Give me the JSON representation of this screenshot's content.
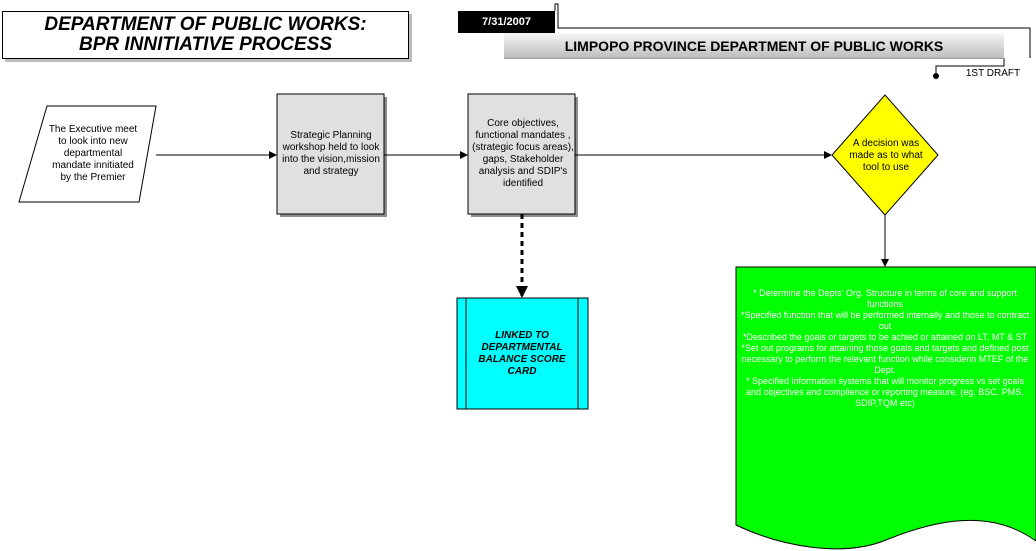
{
  "header": {
    "title_line1": "DEPARTMENT OF PUBLIC WORKS:",
    "title_line2": "BPR INNITIATIVE PROCESS",
    "date": "7/31/2007",
    "organization": "LIMPOPO PROVINCE  DEPARTMENT OF PUBLIC WORKS",
    "draft_label": "1ST DRAFT"
  },
  "nodes": {
    "executive_meeting": "The Executive meet to look into new departmental mandate innitiated by the Premier",
    "strategic_planning": "Strategic Planning workshop held to look into the vision,mission and strategy",
    "core_objectives": "Core objectives, functional mandates , (strategic focus areas), gaps, Stakeholder analysis and SDIP's identified",
    "linked_scorecard": "LINKED TO DEPARTMENTAL BALANCE SCORE CARD",
    "decision": "A decision was made as to what tool to use",
    "outcomes": [
      "* Determine the Depts' Org. Structure in  terms of core and support functions",
      "*Specified function that will be performed internally and those to contract out",
      "*Described the goals or targets to be achied or attained on LT, MT &  ST",
      "*Set out programs for attaining those goals and targets and defined post necessary to perform  the relevant function while considerin MTEF of the Dept.",
      "* Specified information systems that will monitor progress vs set goals and objectives and complience or reporting measure. (eg. BSC, PMS, SDIP,TQM etc)"
    ]
  },
  "colors": {
    "process_fill": "#e0e0e0",
    "predefined_fill": "#00ffff",
    "decision_fill": "#ffff00",
    "document_fill": "#00ff00"
  }
}
